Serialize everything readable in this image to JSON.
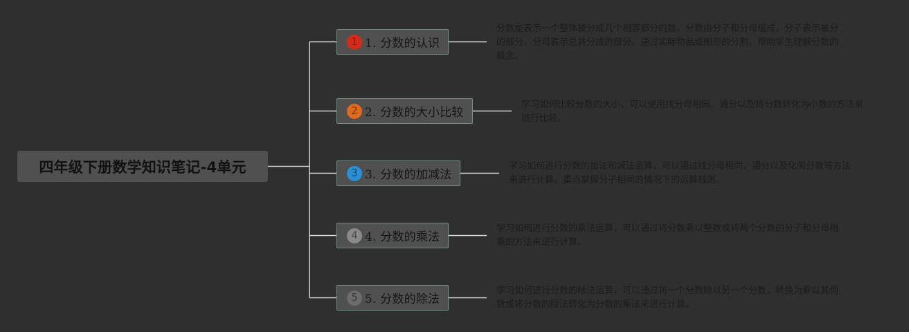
{
  "mindmap": {
    "root": {
      "title": "四年级下册数学知识笔记-4单元"
    },
    "branches": [
      {
        "badge": "1",
        "title": "1. 分数的认识",
        "badge_color": "#d42a1a",
        "badge_text_color": "#8a1a10",
        "description": "分数是表示一个整体被分成几个相等部分的数。分数由分子和分母组成，分子表示被分的部分，分母表示总共分成的部分。通过实际物品或图形的分割，帮助学生理解分数的概念。"
      },
      {
        "badge": "2",
        "title": "2. 分数的大小比较",
        "badge_color": "#e06a1c",
        "badge_text_color": "#7a3a0c",
        "description": "学习如何比较分数的大小，可以使用找分母相同、通分以及将分数转化为小数的方法来进行比较。"
      },
      {
        "badge": "3",
        "title": "3. 分数的加减法",
        "badge_color": "#2b8fd6",
        "badge_text_color": "#124a75",
        "description": "学习如何进行分数的加法和减法运算，可以通过找分母相同、通分以及化简分数等方法来进行计算。重点掌握分子相同的情况下的运算规则。"
      },
      {
        "badge": "4",
        "title": "4. 分数的乘法",
        "badge_color": "#8a8a8a",
        "badge_text_color": "#4a4a4a",
        "description": "学习如何进行分数的乘法运算，可以通过将分数乘以整数或将两个分数的分子和分母相乘的方法来进行计算。"
      },
      {
        "badge": "5",
        "title": "5. 分数的除法",
        "badge_color": "#6c6c6c",
        "badge_text_color": "#3a3a3a",
        "description": "学习如何进行分数的除法运算，可以通过将一个分数除以另一个分数，转换为乘以其倒数或将分数的除法转化为分数的乘法来进行计算。"
      }
    ],
    "colors": {
      "background": "#2f2f2f",
      "node_fill": "#505050",
      "branch_border": "#6f8f87",
      "connector": "#d8d8d8"
    }
  }
}
